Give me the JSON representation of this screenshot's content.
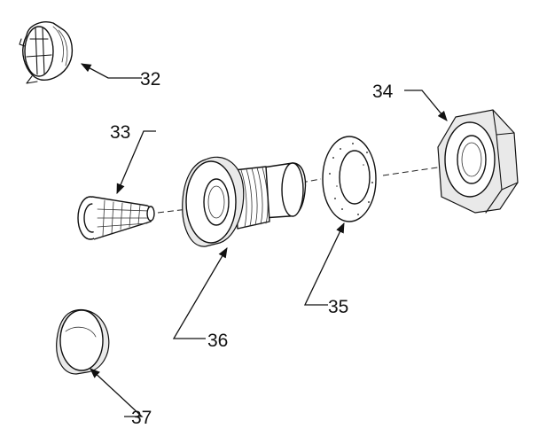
{
  "callouts": [
    {
      "id": "32",
      "label": "32"
    },
    {
      "id": "33",
      "label": "33"
    },
    {
      "id": "34",
      "label": "34"
    },
    {
      "id": "35",
      "label": "35"
    },
    {
      "id": "36",
      "label": "36"
    },
    {
      "id": "37",
      "label": "37"
    }
  ]
}
